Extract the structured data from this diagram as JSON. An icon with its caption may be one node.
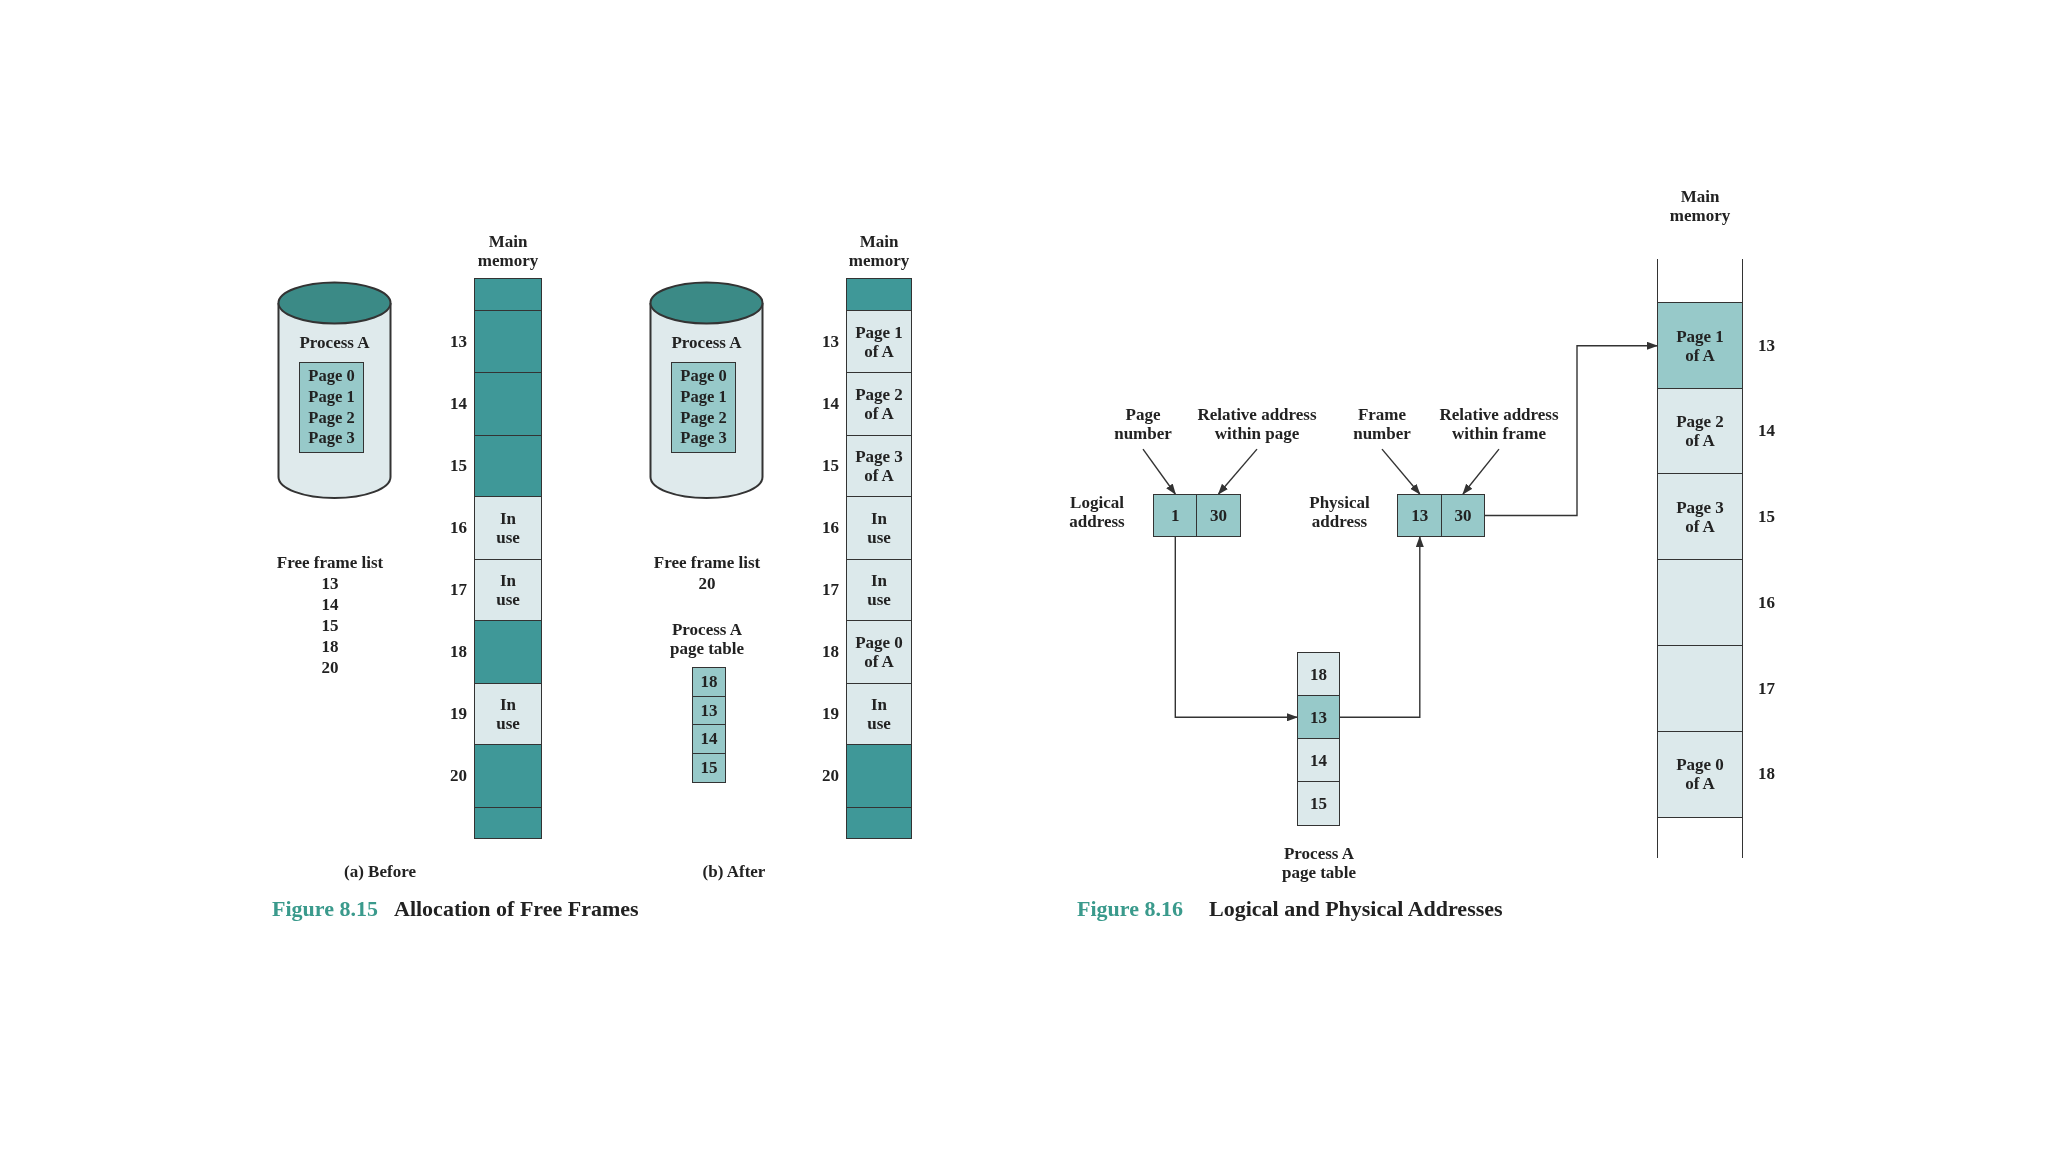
{
  "diagram": {
    "nodes": [
      {
        "text": [
          "Process A"
        ]
      },
      {
        "text": [
          "Page 0",
          "Page 1",
          "Page 2",
          "Page 3"
        ],
        "in": 0
      },
      {
        "text": [
          "Main memory"
        ]
      },
      {
        "text": [],
        "shape": "box",
        "in": 2
      },
      {
        "text": [],
        "shape": "box",
        "in": 2,
        "beside": [
          "13"
        ]
      },
      {
        "text": [],
        "shape": "box",
        "in": 2,
        "beside": [
          "14"
        ]
      },
      {
        "text": [],
        "shape": "box",
        "in": 2,
        "beside": [
          "15"
        ]
      },
      {
        "text": [
          "In use"
        ],
        "in": 2,
        "beside": [
          "16"
        ]
      },
      {
        "text": [
          "In use"
        ],
        "in": 2,
        "beside": [
          "17"
        ]
      },
      {
        "text": [],
        "shape": "box",
        "in": 2,
        "beside": [
          "18"
        ]
      },
      {
        "text": [
          "In use"
        ],
        "in": 2,
        "beside": [
          "19"
        ]
      },
      {
        "text": [],
        "shape": "box",
        "in": 2,
        "beside": [
          "20"
        ]
      },
      {
        "text": [],
        "shape": "box",
        "in": 2
      },
      {
        "text": [
          "Process A"
        ]
      },
      {
        "text": [
          "Page 0",
          "Page 1",
          "Page 2",
          "Page 3"
        ],
        "in": 13
      },
      {
        "text": [
          "Process A page table"
        ]
      },
      {
        "text": [
          "18"
        ],
        "in": 15
      },
      {
        "text": [
          "13"
        ],
        "in": 15
      },
      {
        "text": [
          "14"
        ],
        "in": 15
      },
      {
        "text": [
          "15"
        ],
        "in": 15
      },
      {
        "text": [
          "Main memory"
        ]
      },
      {
        "text": [],
        "shape": "box",
        "in": 20
      },
      {
        "text": [
          "Page 1 of A"
        ],
        "in": 20,
        "beside": [
          "13"
        ]
      },
      {
        "text": [
          "Page 2 of A"
        ],
        "in": 20,
        "beside": [
          "14"
        ]
      },
      {
        "text": [
          "Page 3 of A"
        ],
        "in": 20,
        "beside": [
          "15"
        ]
      },
      {
        "text": [
          "In use"
        ],
        "in": 20,
        "beside": [
          "16"
        ]
      },
      {
        "text": [
          "In use"
        ],
        "in": 20,
        "beside": [
          "17"
        ]
      },
      {
        "text": [
          "Page 0 of A"
        ],
        "in": 20,
        "beside": [
          "18"
        ]
      },
      {
        "text": [
          "In use"
        ],
        "in": 20,
        "beside": [
          "19"
        ]
      },
      {
        "text": [],
        "shape": "box",
        "in": 20,
        "beside": [
          "20"
        ]
      },
      {
        "text": [],
        "shape": "box",
        "in": 20
      },
      {
        "text": [
          "Page number"
        ]
      },
      {
        "text": [
          "Relative address within page"
        ]
      },
      {
        "text": [
          "Frame number"
        ]
      },
      {
        "text": [
          "Relative address within frame"
        ]
      },
      {
        "text": [
          "Logical address"
        ]
      },
      {
        "text": [
          "1"
        ],
        "in": 35
      },
      {
        "text": [
          "30"
        ],
        "in": 35
      },
      {
        "text": [
          "Physical address"
        ]
      },
      {
        "text": [
          "13"
        ],
        "in": 38
      },
      {
        "text": [
          "30"
        ],
        "in": 38
      },
      {
        "text": [
          "Process A page table"
        ]
      },
      {
        "text": [
          "18"
        ],
        "in": 41
      },
      {
        "text": [
          "13"
        ],
        "in": 41
      },
      {
        "text": [
          "14"
        ],
        "in": 41
      },
      {
        "text": [
          "15"
        ],
        "in": 41
      },
      {
        "text": [
          "Main memory"
        ]
      },
      {
        "text": [
          "Page 1 of A"
        ],
        "in": 46,
        "beside": [
          "13"
        ]
      },
      {
        "text": [
          "Page 2 of A"
        ],
        "in": 46,
        "beside": [
          "14"
        ]
      },
      {
        "text": [
          "Page 3 of A"
        ],
        "in": 46,
        "beside": [
          "15"
        ]
      },
      {
        "text": [],
        "shape": "box",
        "in": 46,
        "beside": [
          "16"
        ]
      },
      {
        "text": [],
        "shape": "box",
        "in": 46,
        "beside": [
          "17"
        ]
      },
      {
        "text": [
          "Page 0 of A"
        ],
        "in": 46,
        "beside": [
          "18"
        ]
      }
    ],
    "edges": [
      {
        "from": 31,
        "to": 36,
        "arrow": "to"
      },
      {
        "from": 32,
        "to": 37,
        "arrow": "to"
      },
      {
        "from": 33,
        "to": 39,
        "arrow": "to"
      },
      {
        "from": 34,
        "to": 40,
        "arrow": "to"
      },
      {
        "from": 36,
        "to": 43,
        "arrow": "to"
      },
      {
        "from": 43,
        "to": 39,
        "arrow": "to"
      },
      {
        "from": 40,
        "to": 47,
        "arrow": "to"
      }
    ],
    "labels": [
      "Free frame list",
      "13",
      "14",
      "15",
      "18",
      "20",
      "(a) Before",
      "Free frame list",
      "20",
      "(b) After",
      "Figure 8.15",
      "Allocation of Free Frames",
      "Figure 8.16",
      "Logical and Physical Addresses"
    ]
  }
}
